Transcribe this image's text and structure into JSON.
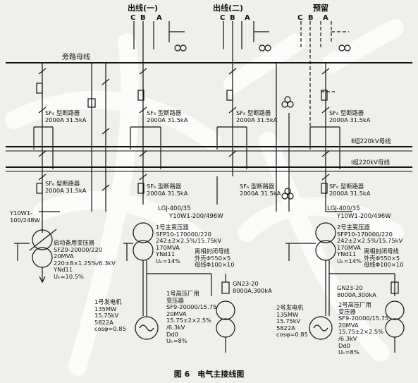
{
  "outgoing": {
    "feeder_1": "出线(一)",
    "feeder_2": "出线(二)",
    "reserve": "预留"
  },
  "phases": [
    "C",
    "B",
    "A"
  ],
  "bypass_bus": "旁路母线",
  "bus_2": "Ⅱ组220kV母线",
  "bus_1": "Ⅰ组220kV母线",
  "breaker": {
    "name": "SF₆ 型断路器",
    "rating": "2000A 31.5kA"
  },
  "arrester_y10w1": "Y10W1-",
  "arrester_y10w1_value": "100/248W",
  "arrester_lgj": "LGJ-400/35",
  "arrester_main": "Y10W1-200/496W",
  "standby_transformer": {
    "lines": [
      "启动备用变压器",
      "SFZ9-20000/220",
      "20MVA",
      "220±8×1.25%/6.3kV",
      "YNd11",
      "Uₖ=10.5%"
    ]
  },
  "main_transformer_1": {
    "lines": [
      "1号主变压器",
      "SFP10-170000/220",
      "242±2×2.5%/15.75kV",
      "170MVA",
      "YNd11",
      "Uₖ=14%"
    ]
  },
  "main_transformer_2": {
    "lines": [
      "2号主变压器",
      "SFP10-170000/220",
      "242±2×2.5%/15.75kV",
      "170MVA",
      "YNd11",
      "Uₖ=14%"
    ]
  },
  "busduct_1": {
    "lines": [
      "离相封闭母线",
      "外壳Φ550×5",
      "母线Φ100×10"
    ]
  },
  "busduct_2": {
    "lines": [
      "离相封闭母线",
      "外壳Φ550×5",
      "母线Φ100×10"
    ]
  },
  "gn_switch_1": {
    "lines": [
      "GN23-20",
      "8000A,300kA"
    ]
  },
  "gn_switch_2": {
    "lines": [
      "GN23-20",
      "8000A,300kA"
    ]
  },
  "generator_1": {
    "lines": [
      "1号发电机",
      "135MW",
      "15.75kV",
      "5822A",
      "cosφ=0.85"
    ]
  },
  "generator_2": {
    "lines": [
      "2号发电机",
      "135MW",
      "15.75kV",
      "5822A",
      "cosφ=0.85"
    ]
  },
  "station_transformer_1": {
    "lines": [
      "1号高压厂用",
      "变压器",
      "SF9-20000/15.75",
      "20MVA",
      "15.75±2×2.5%",
      "/6.3kV",
      "Dd0",
      "Uₖ=8%"
    ]
  },
  "station_transformer_2": {
    "lines": [
      "2号高压厂用",
      "变压器",
      "SF9-20000/15.75",
      "20MVA",
      "15.75±2×2.5%",
      "/6.3kV",
      "Dd0",
      "Uₖ=8%"
    ]
  },
  "caption": "图 6　电气主接线图",
  "colors": {
    "background": "#efefeb",
    "ink": "#111111",
    "watermark": "#ffffff"
  }
}
